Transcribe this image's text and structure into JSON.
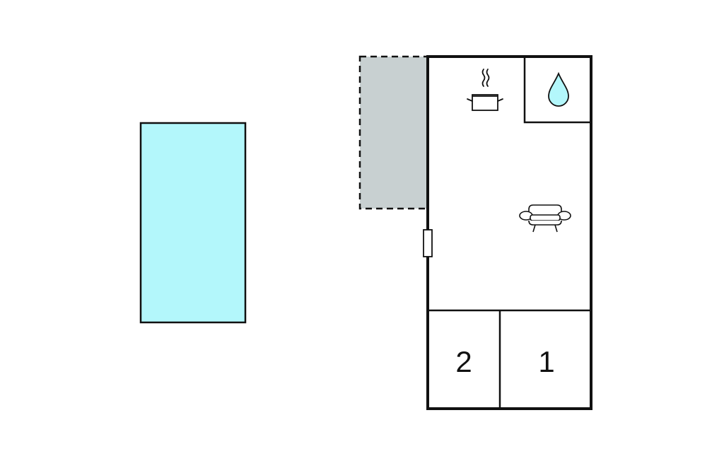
{
  "colors": {
    "pool": "#b3f7fb",
    "terrace": "#c8d0d1",
    "wall": "#111111",
    "water_drop": "#b3f7fb",
    "background": "#ffffff"
  },
  "floorplan": {
    "pool": {
      "icon": "pool-area"
    },
    "terrace": {
      "icon": "terrace-area"
    },
    "kitchen": {
      "icon": "cooking-pot-icon"
    },
    "bathroom": {
      "icon": "water-drop-icon"
    },
    "living_room": {
      "icon": "sofa-icon"
    },
    "door": {
      "icon": "door-icon"
    },
    "bedrooms": [
      {
        "label": "2"
      },
      {
        "label": "1"
      }
    ]
  }
}
